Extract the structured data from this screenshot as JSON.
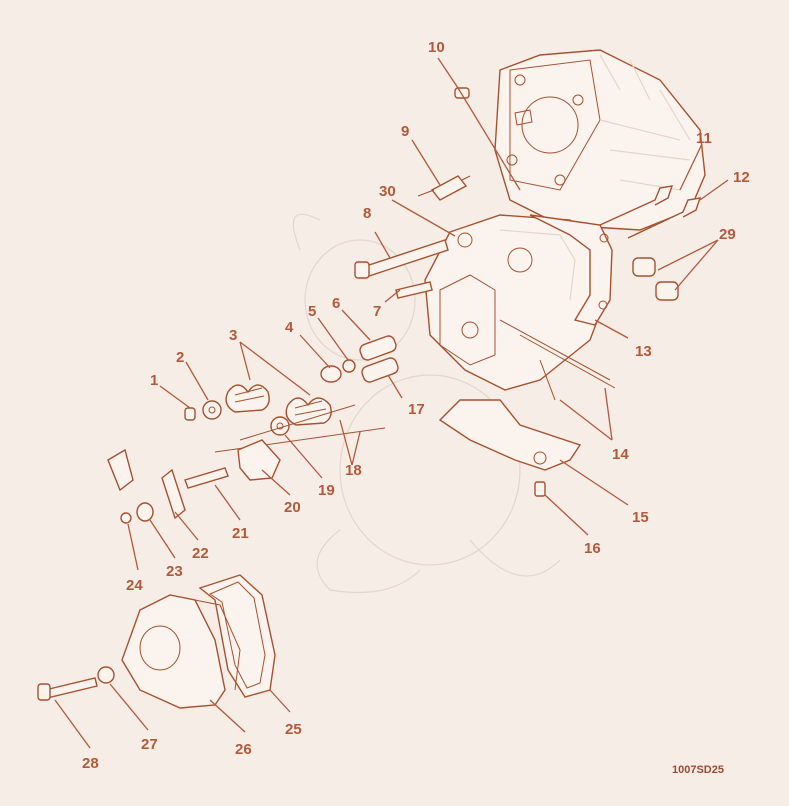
{
  "callouts": [
    {
      "id": "1",
      "text": "1"
    },
    {
      "id": "2",
      "text": "2"
    },
    {
      "id": "3",
      "text": "3"
    },
    {
      "id": "4",
      "text": "4"
    },
    {
      "id": "5",
      "text": "5"
    },
    {
      "id": "6",
      "text": "6"
    },
    {
      "id": "7",
      "text": "7"
    },
    {
      "id": "8",
      "text": "8"
    },
    {
      "id": "9",
      "text": "9"
    },
    {
      "id": "10",
      "text": "10"
    },
    {
      "id": "11",
      "text": "11"
    },
    {
      "id": "12",
      "text": "12"
    },
    {
      "id": "13",
      "text": "13"
    },
    {
      "id": "14",
      "text": "14"
    },
    {
      "id": "15",
      "text": "15"
    },
    {
      "id": "16",
      "text": "16"
    },
    {
      "id": "17",
      "text": "17"
    },
    {
      "id": "18",
      "text": "18"
    },
    {
      "id": "19",
      "text": "19"
    },
    {
      "id": "20",
      "text": "20"
    },
    {
      "id": "21",
      "text": "21"
    },
    {
      "id": "22",
      "text": "22"
    },
    {
      "id": "23",
      "text": "23"
    },
    {
      "id": "24",
      "text": "24"
    },
    {
      "id": "25",
      "text": "25"
    },
    {
      "id": "26",
      "text": "26"
    },
    {
      "id": "27",
      "text": "27"
    },
    {
      "id": "28",
      "text": "28"
    },
    {
      "id": "29",
      "text": "29"
    },
    {
      "id": "30",
      "text": "30"
    }
  ],
  "figure_code": "1007SD25",
  "colors": {
    "line": "#b4593a",
    "background": "#f6ede6"
  }
}
